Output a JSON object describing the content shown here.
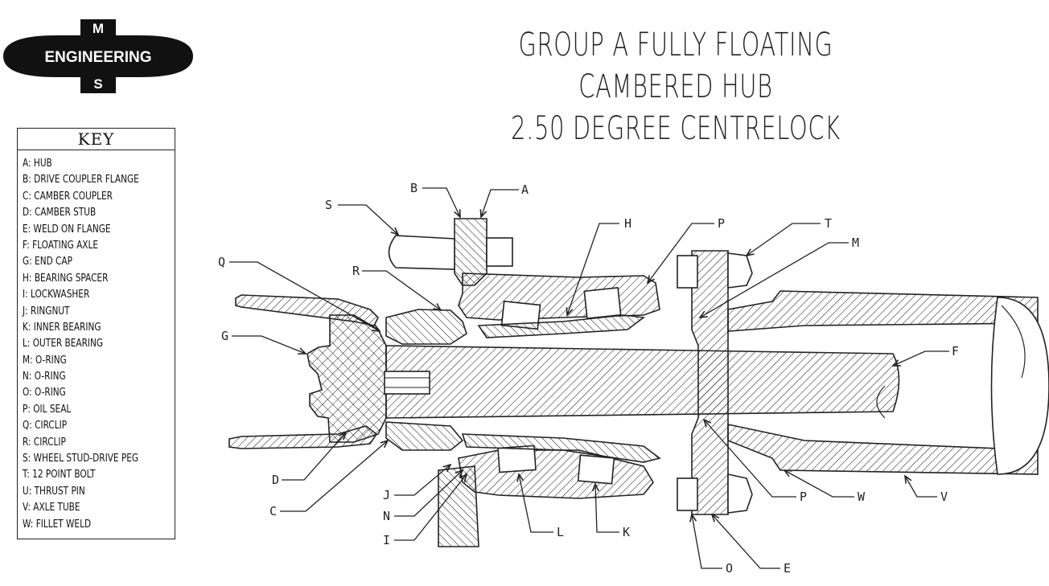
{
  "logo": {
    "top_letter": "M",
    "word": "ENGINEERING",
    "bottom_letter": "S"
  },
  "title": {
    "line1": "GROUP A FULLY FLOATING  CAMBERED HUB",
    "line2": "2.50 DEGREE CENTRELOCK"
  },
  "key": {
    "heading": "KEY",
    "items": [
      "A: HUB",
      "B: DRIVE COUPLER FLANGE",
      "C: CAMBER COUPLER",
      "D: CAMBER STUB",
      "E: WELD ON FLANGE",
      "F: FLOATING AXLE",
      "G: END CAP",
      "H: BEARING SPACER",
      "I: LOCKWASHER",
      "J: RINGNUT",
      "K: INNER BEARING",
      "L: OUTER BEARING",
      "M: O-RING",
      "N: O-RING",
      "O: O-RING",
      "P: OIL SEAL",
      "Q: CIRCLIP",
      "R: CIRCLIP",
      "S: WHEEL STUD-DRIVE PEG",
      "T: 12 POINT BOLT",
      "U: THRUST PIN",
      "V: AXLE TUBE",
      "W: FILLET WELD"
    ]
  },
  "callouts": {
    "A": "A",
    "B": "B",
    "S": "S",
    "H": "H",
    "P_top": "P",
    "T": "T",
    "M": "M",
    "Q": "Q",
    "R": "R",
    "G": "G",
    "F": "F",
    "D": "D",
    "C": "C",
    "J": "J",
    "N": "N",
    "I": "I",
    "L": "L",
    "K": "K",
    "O": "O",
    "E": "E",
    "P_bot": "P",
    "W": "W",
    "V": "V"
  }
}
